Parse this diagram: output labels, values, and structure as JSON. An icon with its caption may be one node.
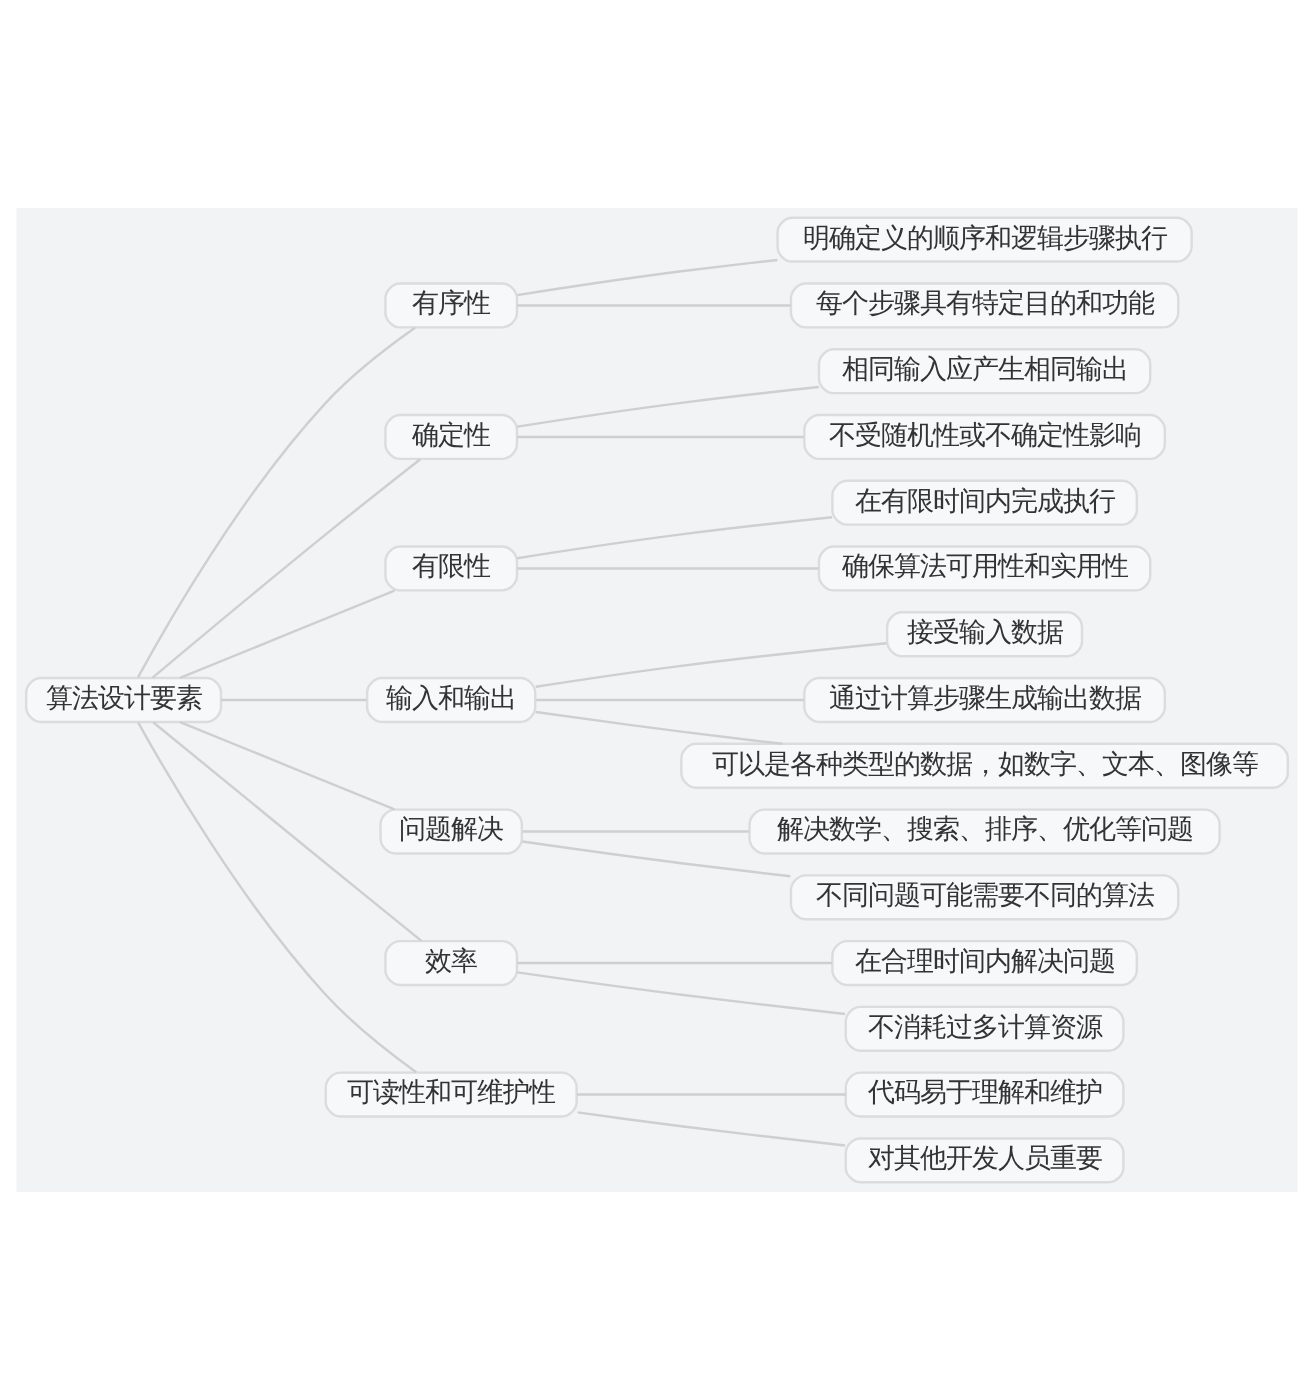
{
  "diagram": {
    "nodes": [
      {
        "text": [
          "算法设计要素"
        ]
      },
      {
        "text": [
          "有序性"
        ]
      },
      {
        "text": [
          "明确定义的顺序和逻辑步骤执行"
        ]
      },
      {
        "text": [
          "每个步骤具有特定目的和功能"
        ]
      },
      {
        "text": [
          "确定性"
        ]
      },
      {
        "text": [
          "相同输入应产生相同输出"
        ]
      },
      {
        "text": [
          "不受随机性或不确定性影响"
        ]
      },
      {
        "text": [
          "有限性"
        ]
      },
      {
        "text": [
          "在有限时间内完成执行"
        ]
      },
      {
        "text": [
          "确保算法可用性和实用性"
        ]
      },
      {
        "text": [
          "输入和输出"
        ]
      },
      {
        "text": [
          "接受输入数据"
        ]
      },
      {
        "text": [
          "通过计算步骤生成输出数据"
        ]
      },
      {
        "text": [
          "可以是各种类型的数据，如数字、文本、图像等"
        ]
      },
      {
        "text": [
          "问题解决"
        ]
      },
      {
        "text": [
          "解决数学、搜索、排序、优化等问题"
        ]
      },
      {
        "text": [
          "不同问题可能需要不同的算法"
        ]
      },
      {
        "text": [
          "效率"
        ]
      },
      {
        "text": [
          "在合理时间内解决问题"
        ]
      },
      {
        "text": [
          "不消耗过多计算资源"
        ]
      },
      {
        "text": [
          "可读性和可维护性"
        ]
      },
      {
        "text": [
          "代码易于理解和维护"
        ]
      },
      {
        "text": [
          "对其他开发人员重要"
        ]
      }
    ],
    "edges": [
      {
        "from": 0,
        "to": 1,
        "arrow": "none"
      },
      {
        "from": 0,
        "to": 4,
        "arrow": "none"
      },
      {
        "from": 0,
        "to": 7,
        "arrow": "none"
      },
      {
        "from": 0,
        "to": 10,
        "arrow": "none"
      },
      {
        "from": 0,
        "to": 14,
        "arrow": "none"
      },
      {
        "from": 0,
        "to": 17,
        "arrow": "none"
      },
      {
        "from": 0,
        "to": 20,
        "arrow": "none"
      },
      {
        "from": 1,
        "to": 2,
        "arrow": "none"
      },
      {
        "from": 1,
        "to": 3,
        "arrow": "none"
      },
      {
        "from": 4,
        "to": 5,
        "arrow": "none"
      },
      {
        "from": 4,
        "to": 6,
        "arrow": "none"
      },
      {
        "from": 7,
        "to": 8,
        "arrow": "none"
      },
      {
        "from": 7,
        "to": 9,
        "arrow": "none"
      },
      {
        "from": 10,
        "to": 11,
        "arrow": "none"
      },
      {
        "from": 10,
        "to": 12,
        "arrow": "none"
      },
      {
        "from": 10,
        "to": 13,
        "arrow": "none"
      },
      {
        "from": 14,
        "to": 15,
        "arrow": "none"
      },
      {
        "from": 14,
        "to": 16,
        "arrow": "none"
      },
      {
        "from": 17,
        "to": 18,
        "arrow": "none"
      },
      {
        "from": 17,
        "to": 19,
        "arrow": "none"
      },
      {
        "from": 20,
        "to": 21,
        "arrow": "none"
      },
      {
        "from": 20,
        "to": 22,
        "arrow": "none"
      }
    ]
  }
}
